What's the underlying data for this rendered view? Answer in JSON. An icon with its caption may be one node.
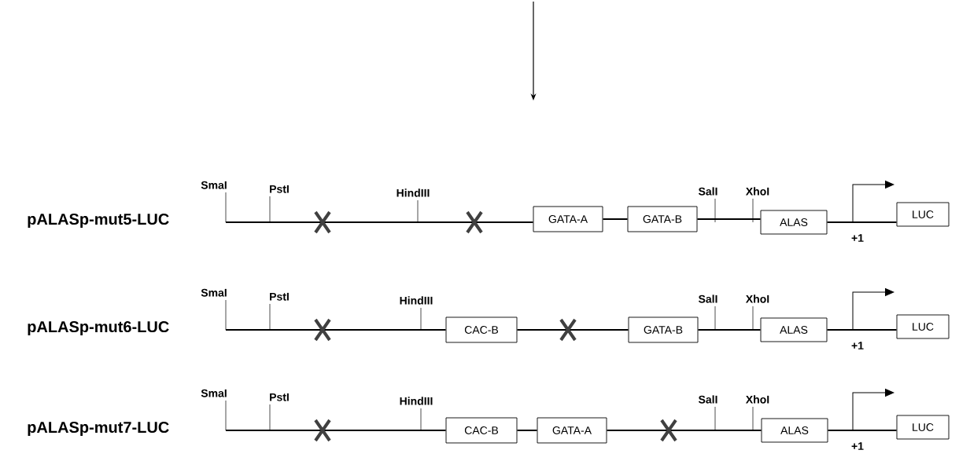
{
  "diagram": {
    "nodes": [
      {
        "text": [
          "GATA-A"
        ]
      },
      {
        "text": [
          "GATA-B"
        ]
      },
      {
        "text": [
          "ALAS"
        ]
      },
      {
        "text": [
          "LUC"
        ]
      },
      {
        "text": [
          "CAC-B"
        ]
      },
      {
        "text": [
          "GATA-B"
        ]
      },
      {
        "text": [
          "ALAS"
        ]
      },
      {
        "text": [
          "LUC"
        ]
      },
      {
        "text": [
          "CAC-B"
        ]
      },
      {
        "text": [
          "GATA-A"
        ]
      },
      {
        "text": [
          "ALAS"
        ]
      },
      {
        "text": [
          "LUC"
        ]
      }
    ],
    "edges": [
      {
        "from": null,
        "to": 0,
        "arrow": "none"
      },
      {
        "from": 0,
        "to": 1,
        "arrow": "none"
      },
      {
        "from": 1,
        "to": 2,
        "arrow": "none"
      },
      {
        "from": 2,
        "to": 3,
        "arrow": "none"
      },
      {
        "from": null,
        "to": 4,
        "arrow": "none"
      },
      {
        "from": 4,
        "to": 5,
        "arrow": "none"
      },
      {
        "from": 5,
        "to": 6,
        "arrow": "none"
      },
      {
        "from": 6,
        "to": 7,
        "arrow": "none"
      },
      {
        "from": null,
        "to": 8,
        "arrow": "none"
      },
      {
        "from": 8,
        "to": 9,
        "arrow": "none"
      },
      {
        "from": 9,
        "to": 10,
        "arrow": "none"
      },
      {
        "from": 10,
        "to": 11,
        "arrow": "none"
      }
    ],
    "labels": [
      "SmaI",
      "PstI",
      "HindIII",
      "SalI",
      "XhoI",
      "pALASp-mut5-LUC",
      "+1",
      "SmaI",
      "PstI",
      "HindIII",
      "SalI",
      "XhoI",
      "pALASp-mut6-LUC",
      "+1",
      "SmaI",
      "PstI",
      "HindIII",
      "SalI",
      "XhoI",
      "pALASp-mut7-LUC",
      "+1"
    ]
  }
}
